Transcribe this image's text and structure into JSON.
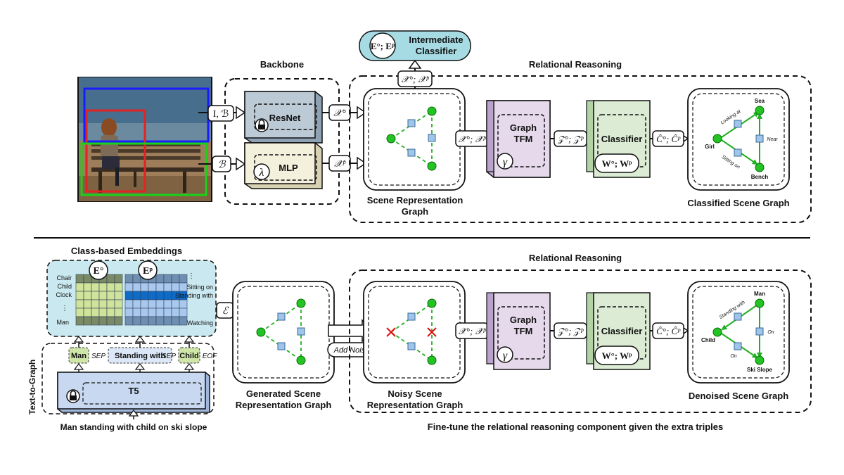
{
  "top": {
    "backbone_label": "Backbone",
    "relational_reasoning_label": "Relational Reasoning",
    "intermediate_classifier": {
      "math": "E°; Eᵖ",
      "line1": "Intermediate",
      "line2": "Classifier"
    },
    "inter_arrow_label": "𝒳°; 𝒳ᵖ",
    "input_ib_label": "I, ℬ",
    "input_b_label": "ℬ",
    "resnet_label": "ResNet",
    "mlp_label": "MLP",
    "lambda_label": "λ",
    "xo_label": "𝒳°",
    "xp_label": "𝒳ᵖ",
    "srg_caption_line1": "Scene Representation",
    "srg_caption_line2": "Graph",
    "srg_out_label": "𝒳°; 𝒳ᵖ",
    "graph_tfm_line1": "Graph",
    "graph_tfm_line2": "TFM",
    "gamma_label": "γ",
    "z_label": "𝒵°; 𝒵ᵖ",
    "classifier_label": "Classifier",
    "w_label": "W°; Wᵖ",
    "c_label": "Ĉ°; Ĉᵖ",
    "classified_caption": "Classified Scene Graph",
    "scene_graph": {
      "nodes": [
        "Sea",
        "Girl",
        "Bench"
      ],
      "edges": [
        "Looking at",
        "Near",
        "Sitting on"
      ]
    }
  },
  "bottom": {
    "class_embeddings_title": "Class-based Embeddings",
    "left_classes": [
      "Chair",
      "Child",
      "Clock",
      "⋮",
      "Man"
    ],
    "right_classes": [
      "⋮",
      "Sitting on",
      "Standing with",
      "",
      "Watching"
    ],
    "eo_label": "E°",
    "ep_label": "Eᵖ",
    "e_arrow_label": "ℰ",
    "tokens": [
      "Man",
      "SEP",
      "Standing with",
      "SEP",
      "Child",
      "EOF"
    ],
    "t5_label": "T5",
    "text_to_graph_label": "Text-to-Graph",
    "input_sentence": "Man standing with child on ski slope",
    "generated_caption_line1": "Generated Scene",
    "generated_caption_line2": "Representation Graph",
    "add_noise_label": "Add Noise",
    "relational_reasoning_label": "Relational Reasoning",
    "noisy_caption_line1": "Noisy Scene",
    "noisy_caption_line2": "Representation Graph",
    "srg_out_label": "𝒳°; 𝒳ᵖ",
    "graph_tfm_line1": "Graph",
    "graph_tfm_line2": "TFM",
    "gamma_label": "γ",
    "z_label": "𝒵°; 𝒵ᵖ",
    "classifier_label": "Classifier",
    "w_label": "W°; Wᵖ",
    "c_label": "Ĉ°; Ĉᵖ",
    "denoised_caption": "Denoised Scene Graph",
    "scene_graph": {
      "nodes": [
        "Man",
        "Child",
        "Ski Slope"
      ],
      "edges": [
        "Standing with",
        "On",
        "On"
      ]
    },
    "finetune_caption": "Fine-tune the relational reasoning component given the extra triples"
  },
  "colors": {
    "resnet": "#bccad6",
    "mlp": "#f3f0dc",
    "graph_tfm": "#e6d9ec",
    "classifier": "#dcebd4",
    "intermediate_classifier": "#a6dbe3",
    "embeddings_panel": "#c9e8ef",
    "t5": "#c8d8f0",
    "node_green": "#22c322",
    "node_blue": "#9fc5ea",
    "edge_green": "#1fb31f",
    "noise_red": "#e01010",
    "grid_green": "#cfe39a",
    "grid_blue": "#a9c8ee",
    "grid_highlight": "#0e6bc7"
  }
}
